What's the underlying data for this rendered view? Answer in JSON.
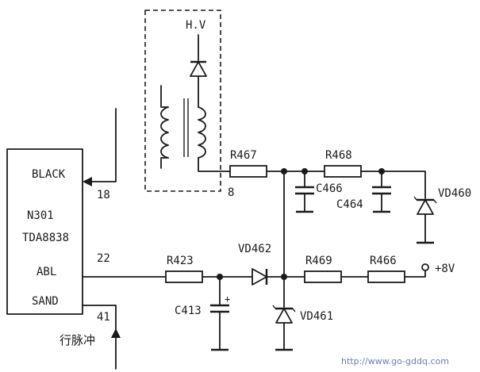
{
  "ic": {
    "ref": "N301",
    "part": "TDA8838",
    "pins": {
      "black": "BLACK",
      "abl": "ABL",
      "sand": "SAND"
    },
    "pin_numbers": {
      "black": "18",
      "abl": "22",
      "sand": "41",
      "transformer": "8"
    }
  },
  "hv_label": "H.V",
  "components": {
    "r467": "R467",
    "r468": "R468",
    "r423": "R423",
    "r469": "R469",
    "r466": "R466",
    "c466": "C466",
    "c464": "C464",
    "c413": "C413",
    "vd460": "VD460",
    "vd461": "VD461",
    "vd462": "VD462"
  },
  "supply": "+8V",
  "line_pulse": "行脉冲",
  "watermark": "http://www.go-gddq.com"
}
